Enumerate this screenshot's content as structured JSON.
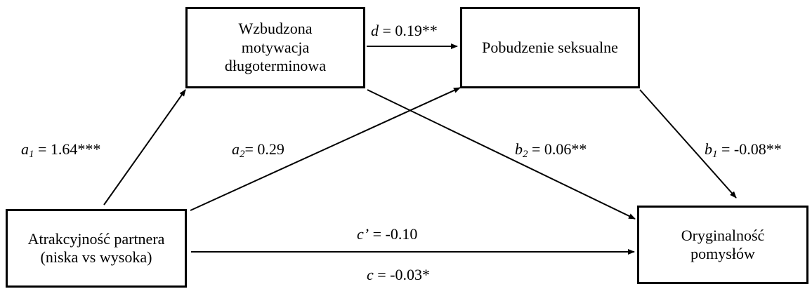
{
  "boxes": {
    "motivation": "Wzbudzona\nmotywacja\ndługoterminowa",
    "arousal": "Pobudzenie seksualne",
    "attractiveness": "Atrakcyjność partnera\n(niska vs wysoka)",
    "originality": "Oryginalność\npomysłów"
  },
  "coefficients": {
    "d": {
      "symbol": "d",
      "sub": "",
      "value": " = 0.19**"
    },
    "a1": {
      "symbol": "a",
      "sub": "1",
      "value": " = 1.64***"
    },
    "a2": {
      "symbol": "a",
      "sub": "2",
      "value": "= 0.29"
    },
    "b2": {
      "symbol": "b",
      "sub": "2",
      "value": " = 0.06**"
    },
    "b1": {
      "symbol": "b",
      "sub": "1",
      "value": " = -0.08**"
    },
    "cprime": {
      "symbol": "c’",
      "sub": "",
      "value": " = -0.10"
    },
    "c": {
      "symbol": "c",
      "sub": "",
      "value": " = -0.03*"
    }
  },
  "colors": {
    "stroke": "#000000",
    "background": "#ffffff"
  }
}
